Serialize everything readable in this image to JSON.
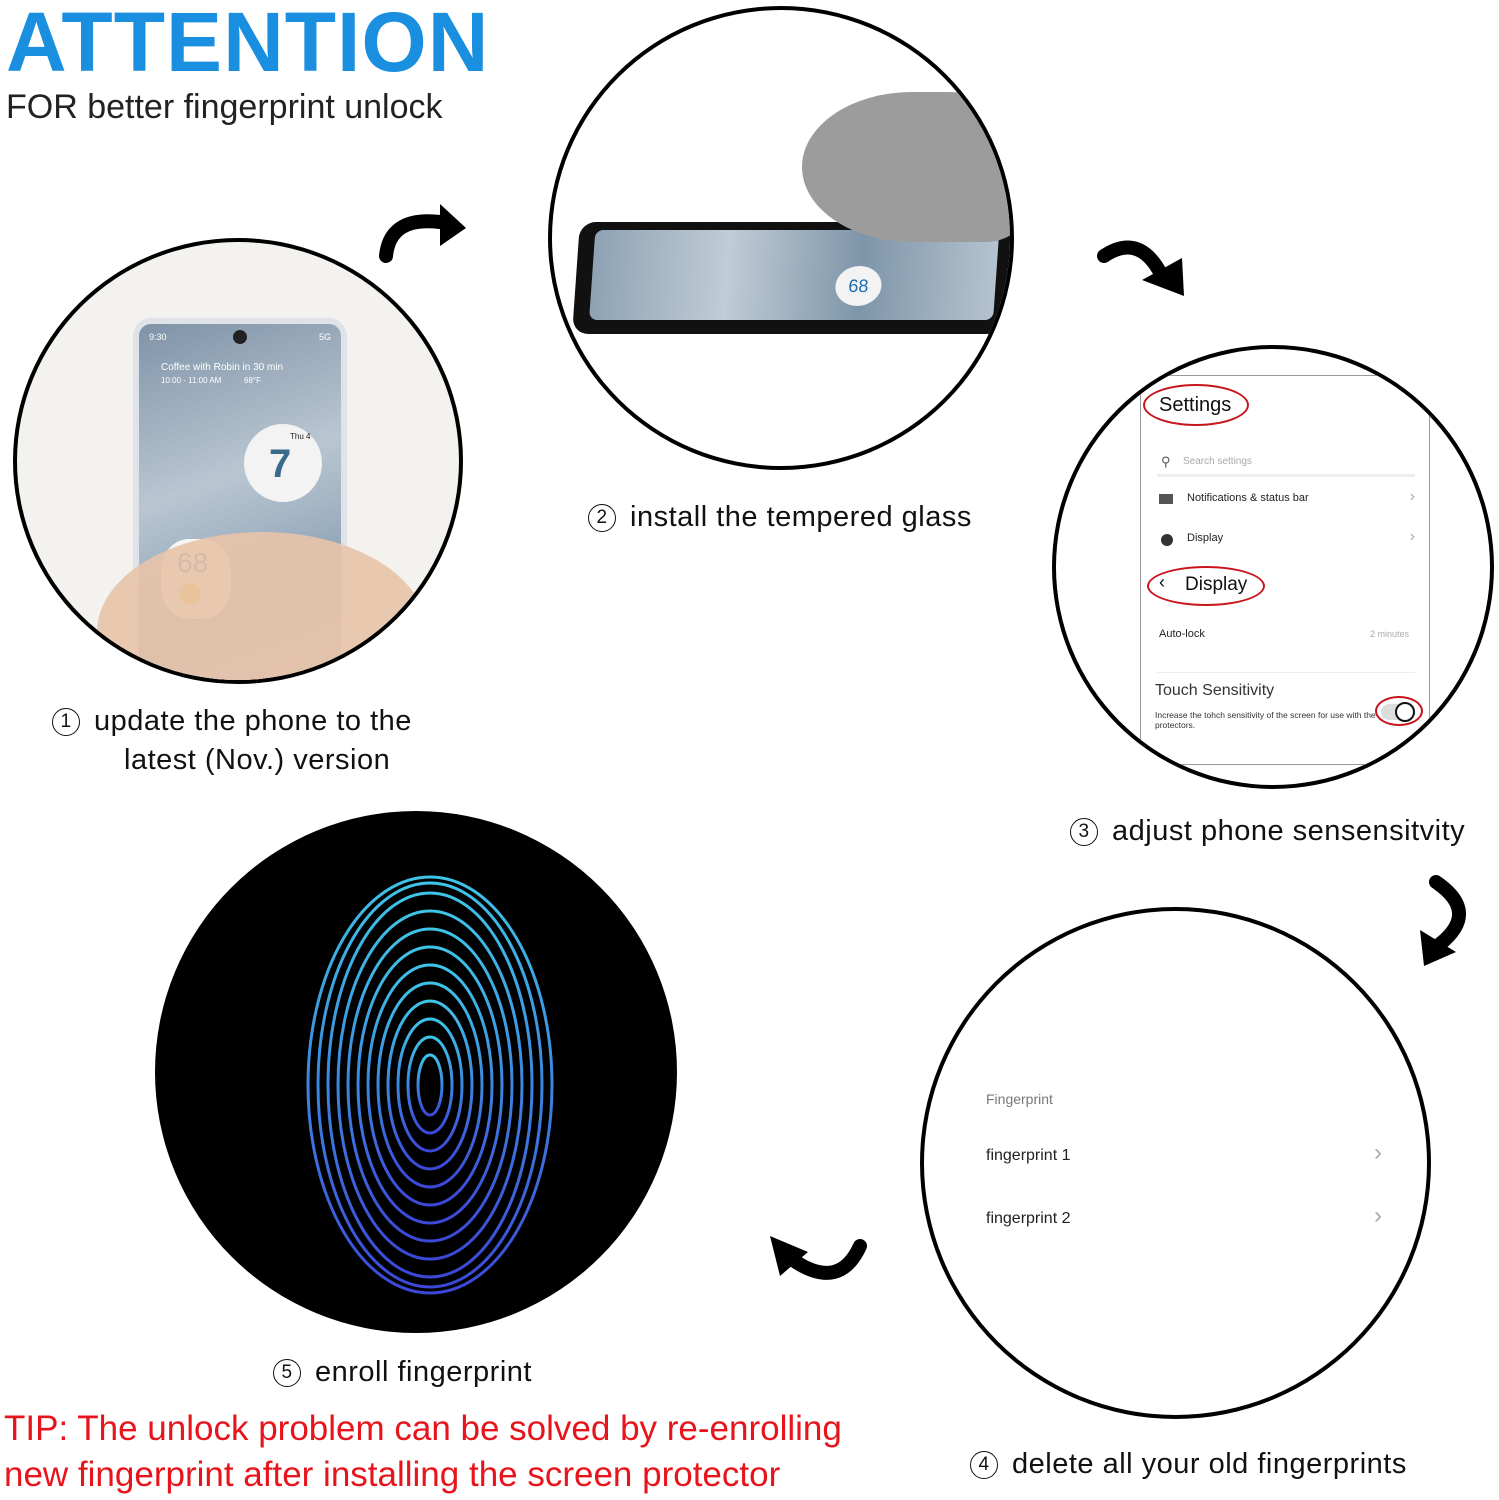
{
  "header": {
    "title": "ATTENTION",
    "subtitle": "FOR better fingerprint unlock"
  },
  "steps": [
    {
      "num": "1",
      "lines": [
        "update the phone to the",
        "latest (Nov.) version"
      ]
    },
    {
      "num": "2",
      "lines": [
        "install the tempered glass"
      ]
    },
    {
      "num": "3",
      "lines": [
        "adjust phone sensensitvity"
      ]
    },
    {
      "num": "4",
      "lines": [
        "delete all your old fingerprints"
      ]
    },
    {
      "num": "5",
      "lines": [
        "enroll  fingerprint"
      ]
    }
  ],
  "phone": {
    "time": "9:30",
    "network": "5G",
    "event": "Coffee with Robin in 30 min",
    "event_time": "10:00 - 11:00 AM",
    "temp_small": "68°F",
    "clock_day": "Thu 4",
    "clock_hour": "7",
    "weather": "68"
  },
  "settings": {
    "title": "Settings",
    "search_placeholder": "Search settings",
    "items": [
      "Notifications & status bar",
      "Display"
    ],
    "sub_title": "Display",
    "auto_lock_label": "Auto-lock",
    "auto_lock_value": "2 minutes",
    "touch_title": "Touch Sensitivity",
    "touch_desc": "Increase the tohch sensitivity of the screen for use with the protectors.",
    "toggle_on": false
  },
  "fingerprint_menu": {
    "header": "Fingerprint",
    "items": [
      "fingerprint 1",
      "fingerprint 2"
    ]
  },
  "tip": {
    "lines": [
      "TIP:  The unlock problem can be solved by re-enrolling",
      "new fingerprint after installing the screen protector"
    ]
  },
  "colors": {
    "title": "#1a8fe0",
    "tip": "#e8141b",
    "highlight": "#c8141b"
  }
}
